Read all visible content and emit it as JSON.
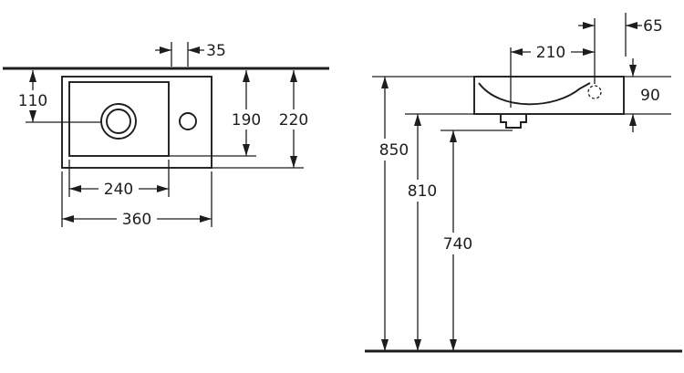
{
  "diagram": {
    "kind": "washbasin technical drawing",
    "colors": {
      "line": "#1d1d1d",
      "background": "#ffffff"
    },
    "plan_view": {
      "dimensions": {
        "tap_hole_offset": "35",
        "drain_center_from_wall": "110",
        "bowl_depth": "190",
        "overall_depth": "220",
        "bowl_width": "240",
        "overall_width": "360"
      }
    },
    "front_view": {
      "dimensions": {
        "tap_hole_from_right_edge": "65",
        "drain_to_tap_hole": "210",
        "basin_height": "90",
        "rim_height_from_floor": "850",
        "underside_height_from_floor": "810",
        "outlet_height_from_floor": "740"
      }
    }
  }
}
